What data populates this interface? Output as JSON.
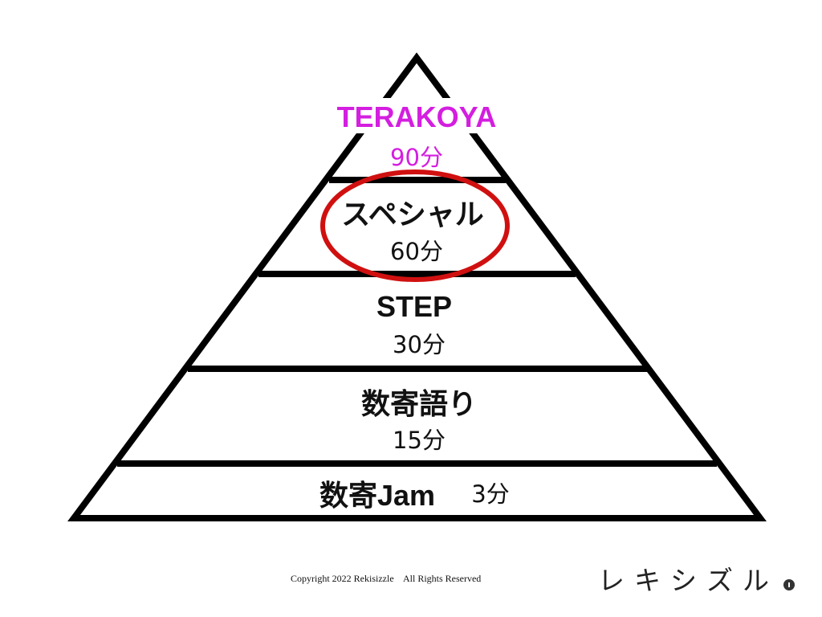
{
  "pyramid": {
    "levels": [
      {
        "name": "TERAKOYA",
        "duration": "90分"
      },
      {
        "name": "スペシャル",
        "duration": "60分"
      },
      {
        "name": "STEP",
        "duration": "30分"
      },
      {
        "name": "数寄語り",
        "duration": "15分"
      },
      {
        "name": "数寄Jam",
        "duration": "3分"
      }
    ],
    "highlighted_level": "スペシャル"
  },
  "colors": {
    "top_level": "#d41ee0",
    "highlight": "#d01010",
    "lines": "#000000"
  },
  "footer": {
    "copyright": "Copyright 2022 Rekisizzle    All Rights Reserved",
    "logo": "レキシズル"
  }
}
